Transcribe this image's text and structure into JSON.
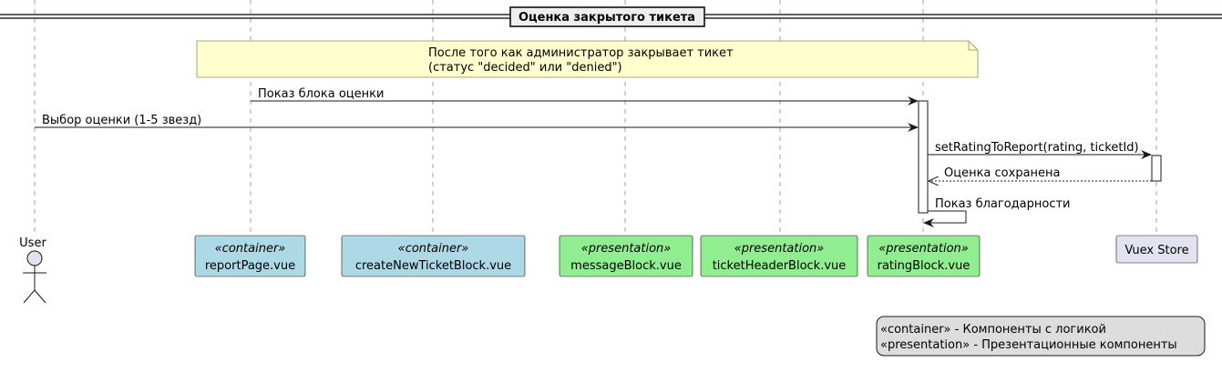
{
  "section": {
    "title": "Оценка закрытого тикета"
  },
  "note": {
    "line1": "После того как администратор закрывает тикет",
    "line2": "(статус \"decided\" или \"denied\")"
  },
  "participants": [
    {
      "id": "user",
      "label": "User",
      "stereotype": "",
      "kind": "actor"
    },
    {
      "id": "report",
      "label": "reportPage.vue",
      "stereotype": "«container»",
      "color": "#add8e6"
    },
    {
      "id": "create",
      "label": "createNewTicketBlock.vue",
      "stereotype": "«container»",
      "color": "#add8e6"
    },
    {
      "id": "message",
      "label": "messageBlock.vue",
      "stereotype": "«presentation»",
      "color": "#90ee90"
    },
    {
      "id": "header",
      "label": "ticketHeaderBlock.vue",
      "stereotype": "«presentation»",
      "color": "#90ee90"
    },
    {
      "id": "rating",
      "label": "ratingBlock.vue",
      "stereotype": "«presentation»",
      "color": "#90ee90"
    },
    {
      "id": "store",
      "label": "Vuex Store",
      "stereotype": "",
      "color": "#e2e2f0"
    }
  ],
  "messages": [
    {
      "from": "report",
      "to": "rating",
      "label": "Показ блока оценки",
      "style": "solid"
    },
    {
      "from": "user",
      "to": "rating",
      "label": "Выбор оценки (1-5 звезд)",
      "style": "solid"
    },
    {
      "from": "rating",
      "to": "store",
      "label": "setRatingToReport(rating, ticketId)",
      "style": "solid"
    },
    {
      "from": "store",
      "to": "rating",
      "label": "Оценка сохранена",
      "style": "dashed"
    },
    {
      "from": "rating",
      "to": "rating",
      "label": "Показ благодарности",
      "style": "self"
    }
  ],
  "legend": {
    "line1": "«container» - Компоненты с логикой",
    "line2": "«presentation» - Презентационные компоненты"
  },
  "colors": {
    "container": "#add8e6",
    "presentation": "#90ee90",
    "note": "#fefece",
    "legend": "#dddddd",
    "actor": "#e2e2f0"
  }
}
